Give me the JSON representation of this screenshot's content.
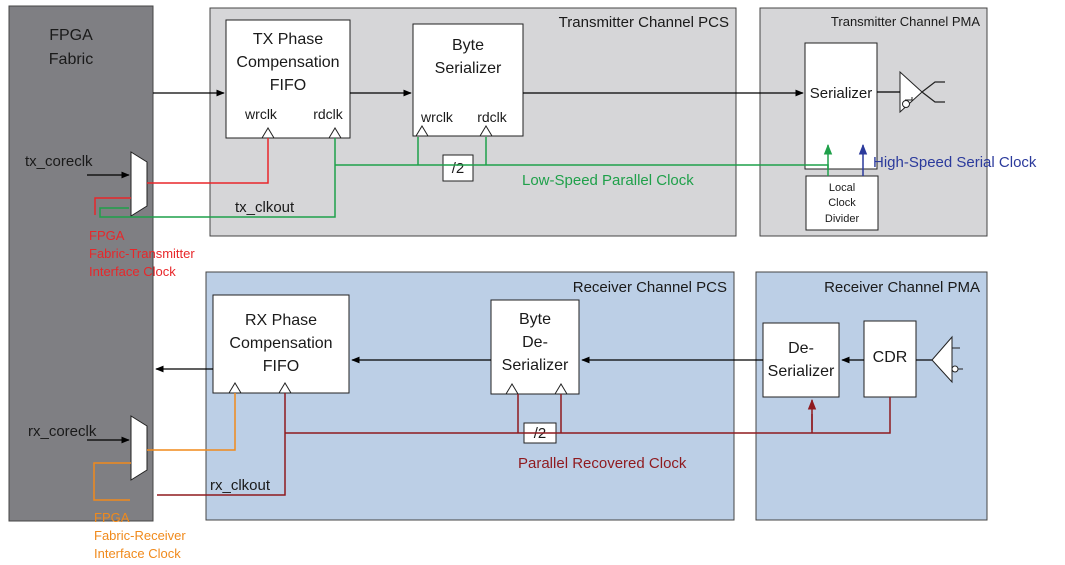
{
  "fabric": {
    "title_line1": "FPGA",
    "title_line2": "Fabric"
  },
  "tx_pcs": {
    "title": "Transmitter Channel PCS",
    "fifo": {
      "line1": "TX Phase",
      "line2": "Compensation",
      "line3": "FIFO",
      "wrclk": "wrclk",
      "rdclk": "rdclk"
    },
    "serializer": {
      "line1": "Byte",
      "line2": "Serializer",
      "wrclk": "wrclk",
      "rdclk": "rdclk"
    },
    "divider": "/2"
  },
  "tx_pma": {
    "title": "Transmitter Channel PMA",
    "serializer": "Serializer",
    "local_divider": {
      "line1": "Local",
      "line2": "Clock",
      "line3": "Divider"
    }
  },
  "rx_pcs": {
    "title": "Receiver Channel PCS",
    "fifo": {
      "line1": "RX Phase",
      "line2": "Compensation",
      "line3": "FIFO"
    },
    "deserializer": {
      "line1": "Byte",
      "line2": "De-",
      "line3": "Serializer"
    },
    "divider": "/2"
  },
  "rx_pma": {
    "title": "Receiver Channel PMA",
    "deserializer": {
      "line1": "De-",
      "line2": "Serializer"
    },
    "cdr": "CDR"
  },
  "signals": {
    "tx_coreclk": "tx_coreclk",
    "tx_clkout": "tx_clkout",
    "rx_coreclk": "rx_coreclk",
    "rx_clkout": "rx_clkout",
    "low_speed": "Low-Speed Parallel Clock",
    "high_speed": "High-Speed Serial Clock",
    "parallel_recovered": "Parallel Recovered Clock",
    "tx_iface_line1": "FPGA",
    "tx_iface_line2": "Fabric-Transmitter",
    "tx_iface_line3": "Interface Clock",
    "rx_iface_line1": "FPGA",
    "rx_iface_line2": "Fabric-Receiver",
    "rx_iface_line3": "Interface Clock"
  },
  "colors": {
    "fabric": "#7f7f83",
    "tx_panel": "#d6d6d8",
    "rx_panel": "#bccfe6",
    "green": "#1fa04a",
    "red": "#e8272a",
    "blue": "#2b3a9c",
    "dark_red": "#8f1a1f",
    "orange": "#f08a1c"
  }
}
